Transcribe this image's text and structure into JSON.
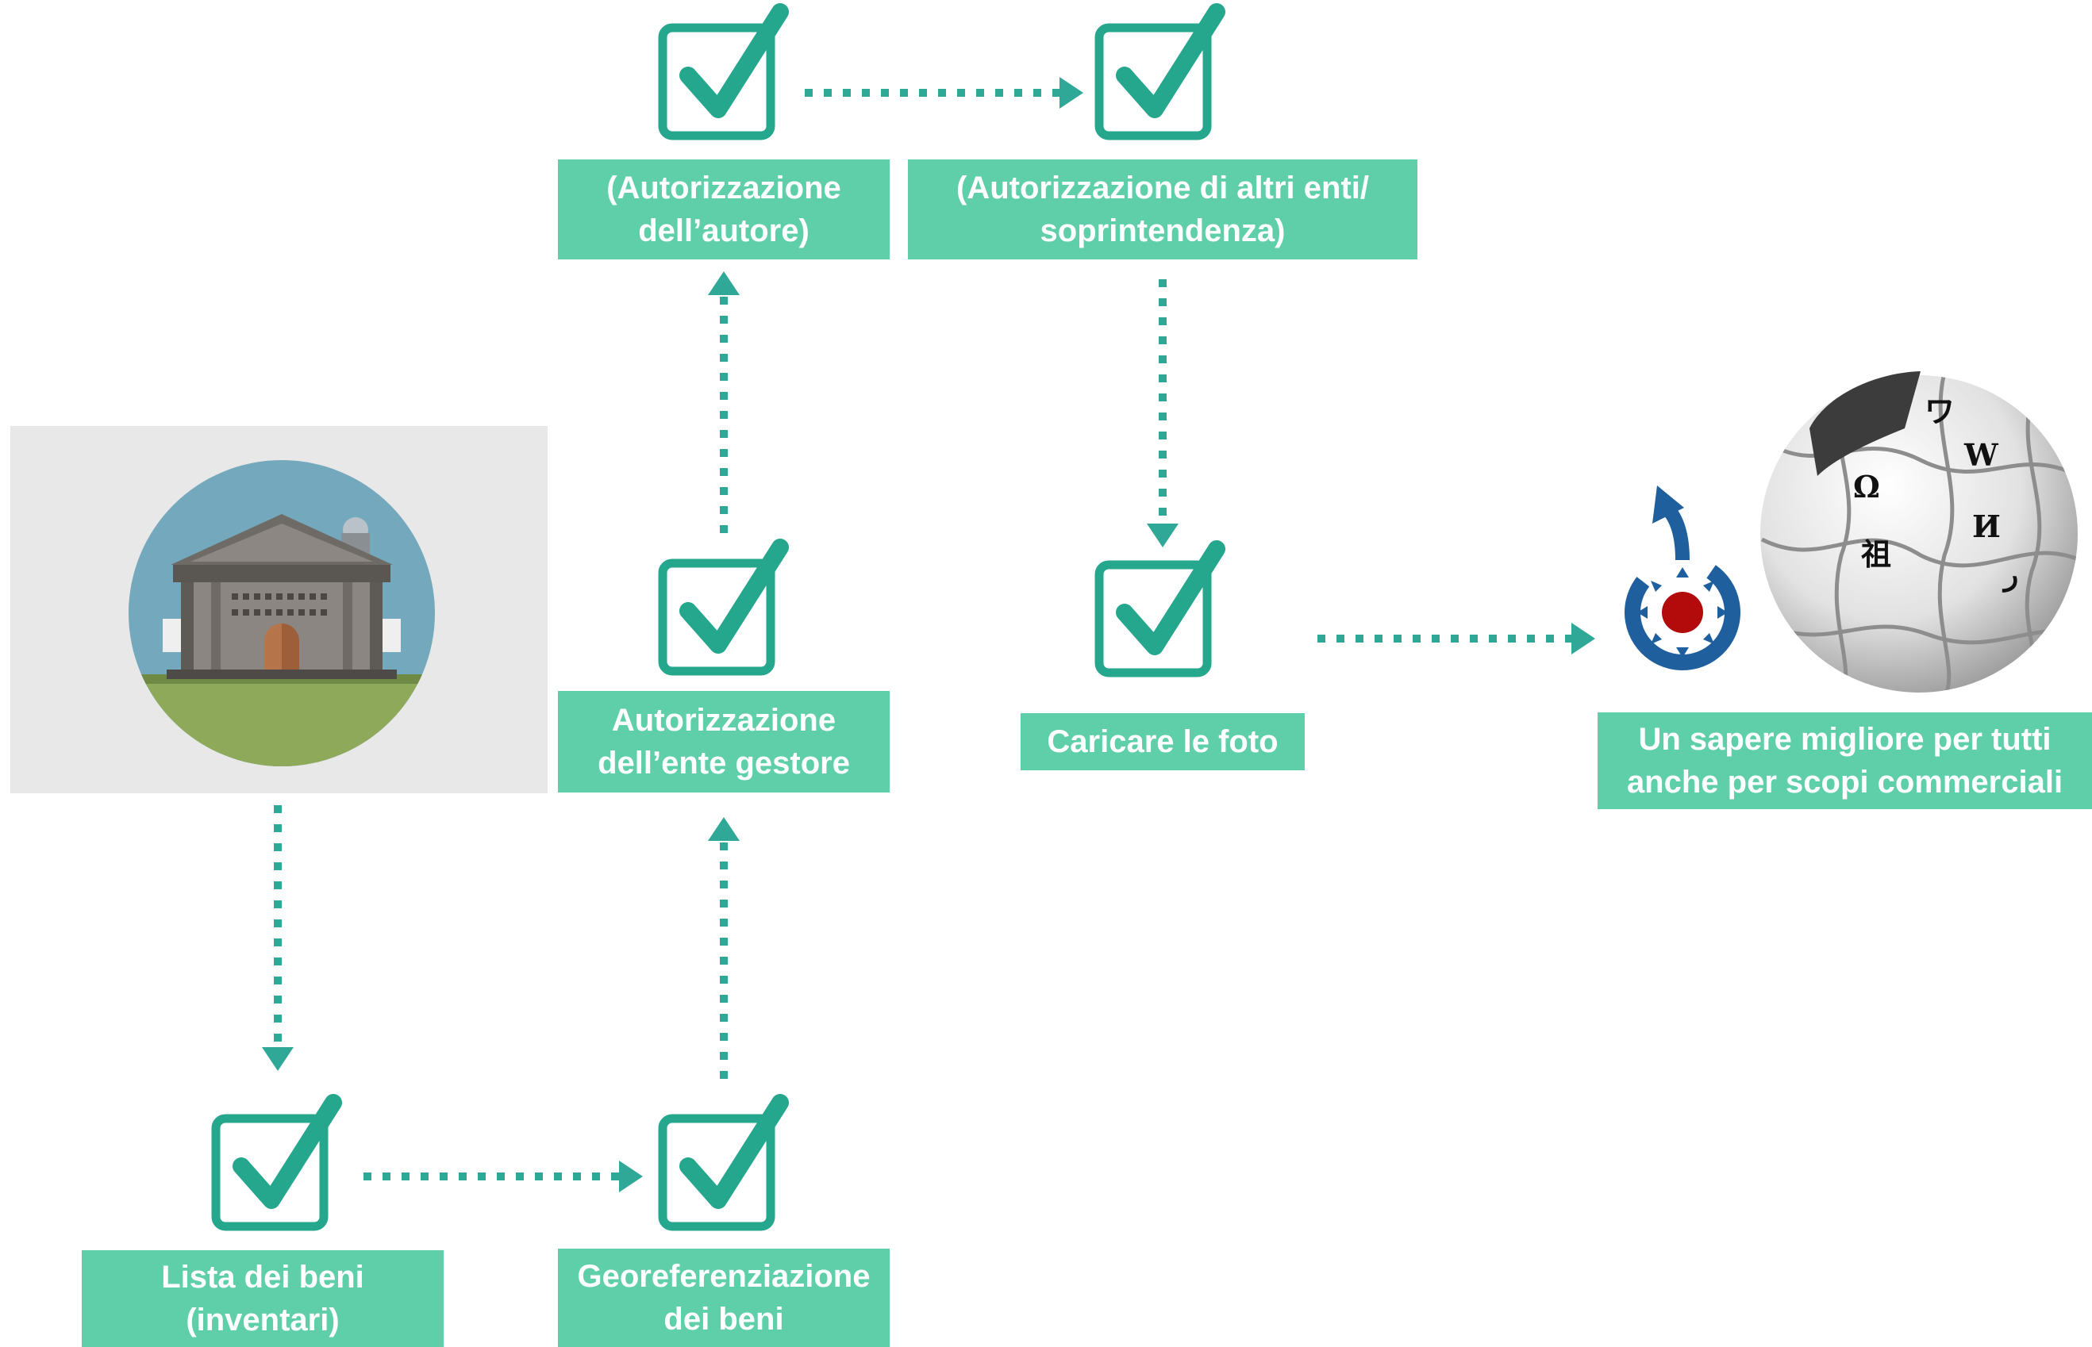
{
  "colors": {
    "accent": "#5ecfa8",
    "check": "#25a78e",
    "arrow": "#2fa897",
    "label_text": "#ffffff",
    "card_bg": "#e8e8e8"
  },
  "icons": {
    "step": "checkbox-check-icon",
    "museum": "museum-building-icon",
    "commons": "wikimedia-commons-logo-icon",
    "wikipedia": "wikipedia-globe-logo-icon"
  },
  "steps": {
    "lista": {
      "line1": "Lista dei beni",
      "line2": "(inventari)"
    },
    "georef": {
      "line1": "Georeferenziazione",
      "line2": "dei beni"
    },
    "ente": {
      "line1": "Autorizzazione",
      "line2": "dell’ente gestore"
    },
    "autore": {
      "line1": "(Autorizzazione",
      "line2": "dell’autore)"
    },
    "altri": {
      "line1": "(Autorizzazione di altri enti/",
      "line2": "soprintendenza)"
    },
    "caricare": {
      "line1": "Caricare le foto"
    }
  },
  "goal": {
    "line1": "Un sapere migliore per tutti",
    "line2": "anche per scopi commerciali"
  }
}
